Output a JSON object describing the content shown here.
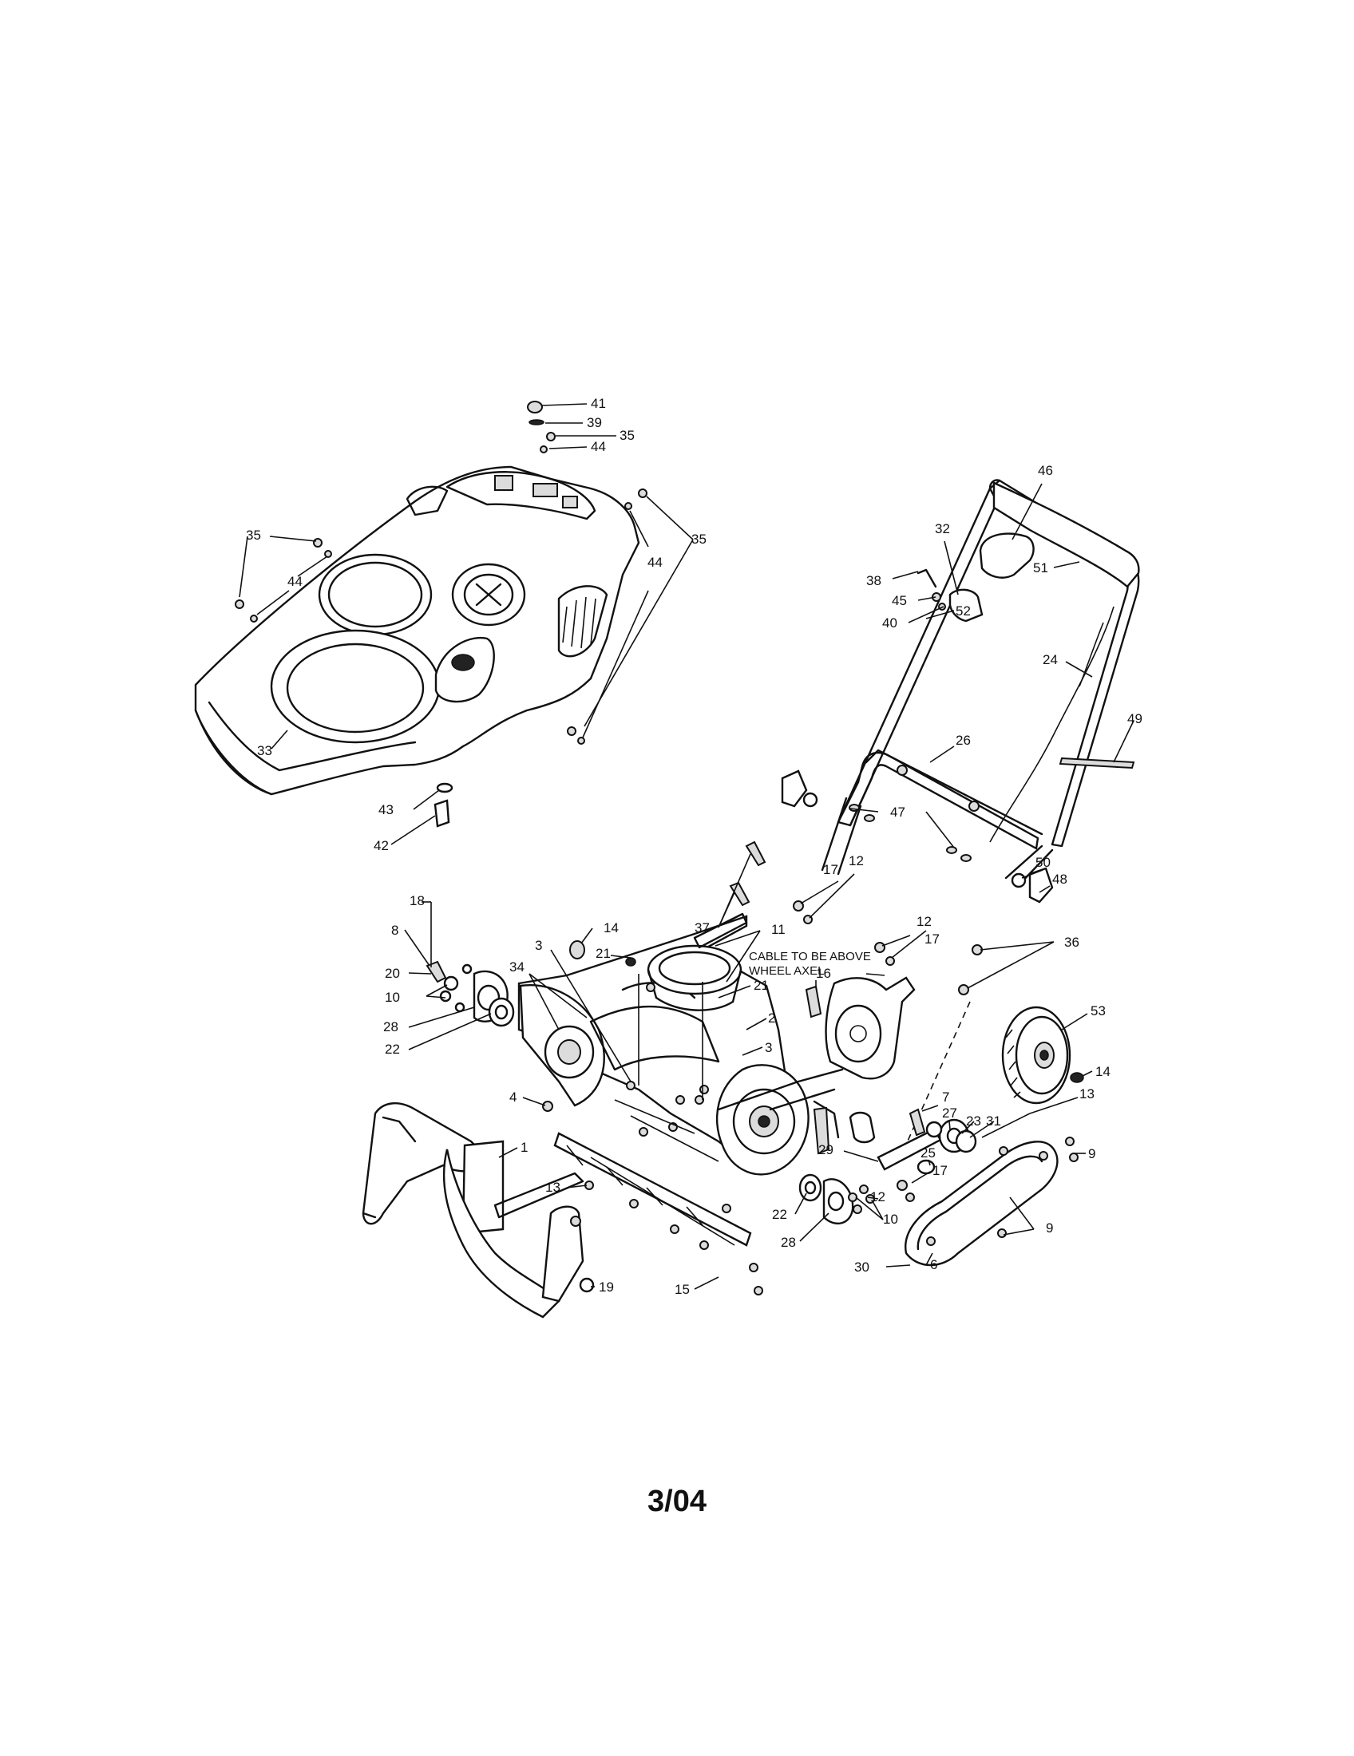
{
  "callouts": {
    "c41": "41",
    "c39": "39",
    "c35a": "35",
    "c44a": "44",
    "c35b": "35",
    "c44b": "44",
    "c35c": "35",
    "c44c": "44",
    "c33": "33",
    "c43": "43",
    "c42": "42",
    "c46": "46",
    "c32": "32",
    "c38": "38",
    "c45": "45",
    "c40": "40",
    "c51": "51",
    "c52": "52",
    "c24": "24",
    "c49": "49",
    "c26": "26",
    "c47": "47",
    "c50": "50",
    "c48": "48",
    "c12a": "12",
    "c17a": "17",
    "c37": "37",
    "c12b": "12",
    "c17b": "17",
    "c36": "36",
    "c18": "18",
    "c8": "8",
    "c20": "20",
    "c10a": "10",
    "c28a": "28",
    "c22a": "22",
    "c34": "34",
    "c3a": "3",
    "c14a": "14",
    "c21a": "21",
    "c11": "11",
    "c21b": "21",
    "c2": "2",
    "c3b": "3",
    "c16": "16",
    "c4": "4",
    "c1": "1",
    "c53": "53",
    "c14b": "14",
    "c7": "7",
    "c27": "27",
    "c23": "23",
    "c31": "31",
    "c13a": "13",
    "c29": "29",
    "c25": "25",
    "c9a": "9",
    "c17c": "17",
    "c12c": "12",
    "c10b": "10",
    "c22b": "22",
    "c28b": "28",
    "c9b": "9",
    "c30": "30",
    "c6": "6",
    "c13b": "13",
    "c19": "19",
    "c15": "15"
  },
  "note": {
    "line1": "CABLE TO BE ABOVE",
    "line2": "WHEEL AXEL"
  },
  "footer": {
    "date_code": "3/04"
  }
}
